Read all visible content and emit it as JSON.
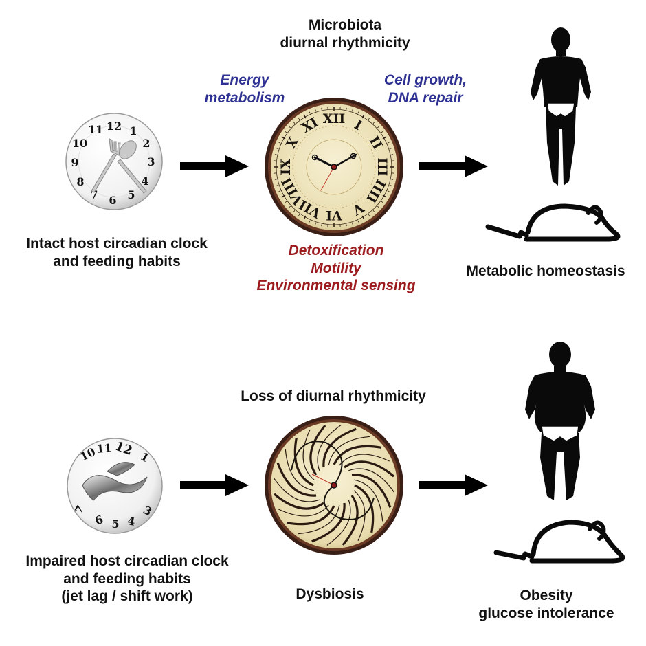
{
  "top": {
    "title_line1": "Microbiota",
    "title_line2": "diurnal rhythmicity",
    "left_blue_line1": "Energy",
    "left_blue_line2": "metabolism",
    "right_blue_line1": "Cell growth,",
    "right_blue_line2": "DNA repair",
    "host_line1": "Intact host circadian clock",
    "host_line2": "and feeding habits",
    "red_line1": "Detoxification",
    "red_line2": "Motility",
    "red_line3": "Environmental sensing",
    "outcome": "Metabolic homeostasis",
    "plate_numbers": [
      "12",
      "1",
      "2",
      "3",
      "4",
      "5",
      "6",
      "7",
      "8",
      "9",
      "10",
      "11"
    ],
    "roman_numerals": [
      "XII",
      "I",
      "II",
      "III",
      "IIII",
      "V",
      "VI",
      "VII",
      "VIII",
      "IX",
      "X",
      "XI"
    ]
  },
  "bottom": {
    "title": "Loss of diurnal rhythmicity",
    "host_line1": "Impaired host circadian clock",
    "host_line2": "and feeding habits",
    "host_line3": "(jet lag / shift work)",
    "middle_label": "Dysbiosis",
    "outcome_line1": "Obesity",
    "outcome_line2": "glucose intolerance",
    "plate_numbers": [
      "10",
      "11",
      "12",
      "1",
      "7",
      "6",
      "5",
      "4",
      "3"
    ]
  },
  "colors": {
    "text": "#111111",
    "blue_text": "#2e3192",
    "red_text": "#9b1b1f",
    "clock_face": "#efe6c2",
    "clock_rim": "#3a1f17",
    "silhouette": "#0a0a0a"
  },
  "icons": {
    "plate_clock": "plate-clock-icon",
    "antique_clock": "antique-clock-icon",
    "warped_plate_clock": "warped-plate-clock-icon",
    "spiral_clock": "spiral-clock-icon",
    "arrow": "arrow-right-icon",
    "lean_human": "lean-human-icon",
    "obese_human": "obese-human-icon",
    "mouse": "mouse-icon"
  }
}
